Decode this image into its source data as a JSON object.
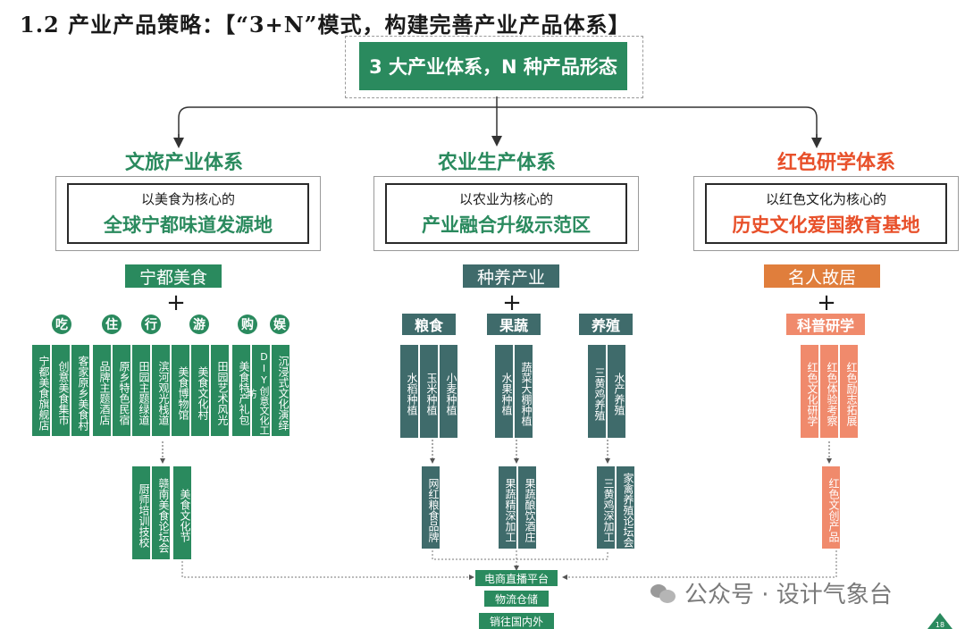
{
  "title": "1.2 产业产品策略：【“3+N”模式，构建完善产业产品体系】",
  "top_box": "3 大产业体系，N 种产品形态",
  "colors": {
    "green": "#2a8a5e",
    "teal": "#3f6b6b",
    "orange": "#f08a6c",
    "red": "#e8502a"
  },
  "systems": [
    {
      "title": "文旅产业体系",
      "frame_small": "以美食为核心的",
      "frame_big": "全球宁都味道发源地",
      "label": "宁都美食",
      "plus": "+",
      "categories": [
        "吃",
        "住",
        "行",
        "游",
        "购",
        "娱"
      ],
      "items": [
        "宁都美食旗舰店",
        "创意美食集市",
        "客家原乡美食村",
        "品牌主题酒店",
        "原乡特色民宿",
        "田园主题绿道",
        "滨河观光栈道",
        "美食博物馆",
        "美食文化村",
        "田园艺术风光",
        "美食特产礼包",
        "DIY创意文化工坊",
        "沉浸式文化演绎"
      ],
      "outputs": [
        "厨师培训技校",
        "赣南美食论坛会",
        "美食文化节"
      ]
    },
    {
      "title": "农业生产体系",
      "frame_small": "以农业为核心的",
      "frame_big": "产业融合升级示范区",
      "label": "种养产业",
      "plus": "+",
      "categories": [
        "粮食",
        "果蔬",
        "养殖"
      ],
      "items": [
        "水稻种植",
        "玉米种植",
        "小麦种植",
        "水果种植",
        "蔬菜大棚种植",
        "三黄鸡养殖",
        "水产养殖"
      ],
      "outputs": [
        "网红粮食品牌",
        "果蔬精深加工",
        "果蔬酿饮酒庄",
        "三黄鸡深加工",
        "家禽养殖论坛会"
      ]
    },
    {
      "title": "红色研学体系",
      "frame_small": "以红色文化为核心的",
      "frame_big": "历史文化爱国教育基地",
      "label": "名人故居",
      "plus": "+",
      "categories": [
        "科普研学"
      ],
      "items": [
        "红色文化研学",
        "红色体验考察",
        "红色励志拓展"
      ],
      "outputs": [
        "红色文创产品"
      ]
    }
  ],
  "bottom": [
    "电商直播平台",
    "物流仓储",
    "销往国内外"
  ],
  "watermark": "公众号 · 设计气象台",
  "page_number": "18"
}
